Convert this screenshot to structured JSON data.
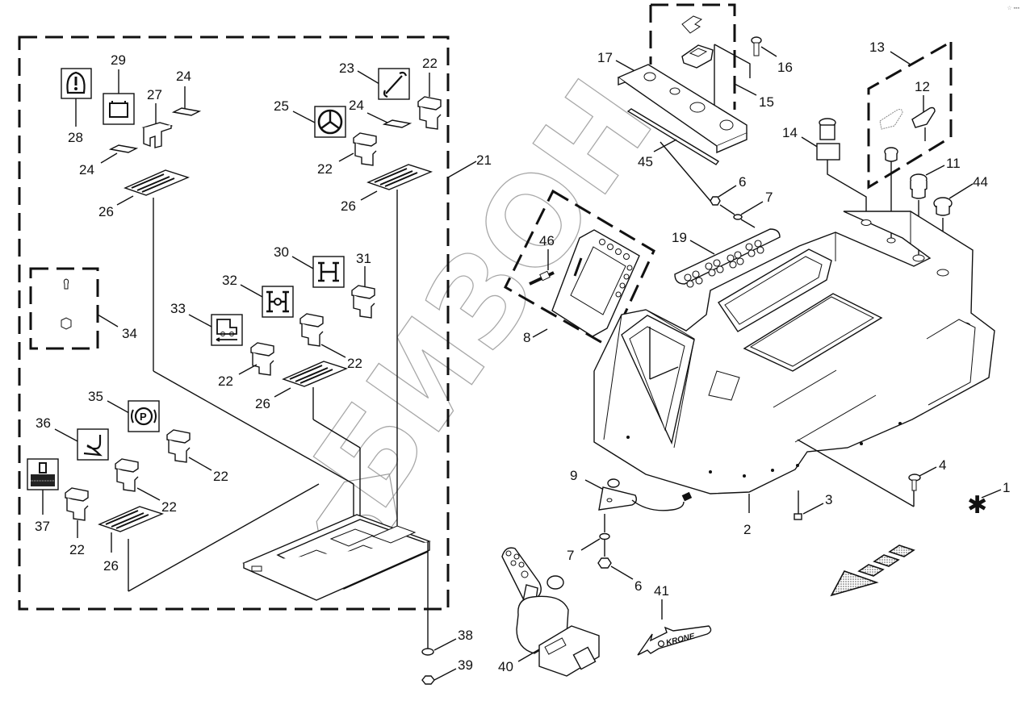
{
  "diagram": {
    "type": "exploded parts diagram",
    "subject": "Operator control console assembly",
    "corner_mark": "☆ ▪▪▪",
    "watermark": "БИЗОН",
    "brand_decal_text": "KRONE",
    "callouts": {
      "c1": "1",
      "c2": "2",
      "c3": "3",
      "c4": "4",
      "c6a": "6",
      "c6b": "6",
      "c7a": "7",
      "c7b": "7",
      "c8": "8",
      "c9": "9",
      "c11": "11",
      "c12": "12",
      "c13": "13",
      "c14": "14",
      "c15": "15",
      "c16": "16",
      "c17": "17",
      "c19": "19",
      "c21": "21",
      "c22a": "22",
      "c22b": "22",
      "c22c": "22",
      "c22d": "22",
      "c22e": "22",
      "c22f": "22",
      "c22g": "22",
      "c23": "23",
      "c24a": "24",
      "c24b": "24",
      "c24c": "24",
      "c25": "25",
      "c26a": "26",
      "c26b": "26",
      "c26c": "26",
      "c26d": "26",
      "c27": "27",
      "c28": "28",
      "c29": "29",
      "c30": "30",
      "c31": "31",
      "c32": "32",
      "c33": "33",
      "c34": "34",
      "c35": "35",
      "c36": "36",
      "c37": "37",
      "c38": "38",
      "c39": "39",
      "c40": "40",
      "c41": "41",
      "c44": "44",
      "c45": "45",
      "c46": "46"
    },
    "symbols": [
      {
        "ref": "23",
        "icon": "wrench-icon"
      },
      {
        "ref": "25",
        "icon": "steering-wheel-icon"
      },
      {
        "ref": "28",
        "icon": "warning-dome-icon"
      },
      {
        "ref": "29",
        "icon": "battery-icon"
      },
      {
        "ref": "30",
        "icon": "axle-lock-icon"
      },
      {
        "ref": "32",
        "icon": "differential-icon"
      },
      {
        "ref": "33",
        "icon": "machine-reverse-icon"
      },
      {
        "ref": "35",
        "icon": "parking-brake-icon"
      },
      {
        "ref": "36",
        "icon": "seat-icon"
      },
      {
        "ref": "37",
        "icon": "pickup-icon"
      }
    ],
    "legend": {
      "asterisk_mark": "✱",
      "direction_arrow": "travel-direction-arrow"
    }
  }
}
